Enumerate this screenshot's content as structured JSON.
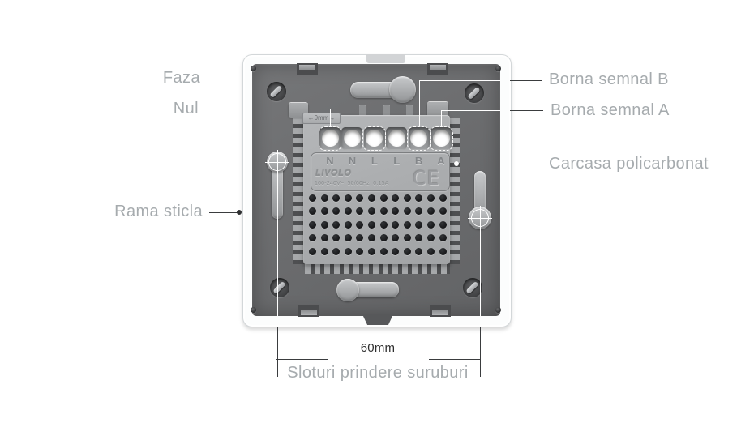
{
  "colors": {
    "background": "#ffffff",
    "label_text": "#a6abae",
    "dimension_text": "#2e2e2e",
    "leader_dark": "#3a3c3e",
    "leader_light": "#ffffff",
    "plate_gray": "#6c6d6f",
    "module_gray": "#acaeb0",
    "frame_white": "#fcfdfd"
  },
  "annotations": {
    "faza": "Faza",
    "nul": "Nul",
    "rama_sticla": "Rama sticla",
    "borna_semnal_b": "Borna semnal B",
    "borna_semnal_a": "Borna semnal A",
    "carcasa_policarbonat": "Carcasa policarbonat",
    "sloturi_prindere": "Sloturi prindere suruburi",
    "dimension_60mm": "60mm"
  },
  "device": {
    "brand_logo": "LIVOLO",
    "wire_gauge_badge": "←9mm→",
    "terminal_labels": [
      "N",
      "N",
      "L",
      "L",
      "B",
      "A"
    ],
    "highlighted_terminal_indexes": [
      0,
      2,
      4,
      5
    ],
    "electrical_rating": "100-240V~  50/60Hz  0.15A",
    "ce_mark": "CE"
  }
}
